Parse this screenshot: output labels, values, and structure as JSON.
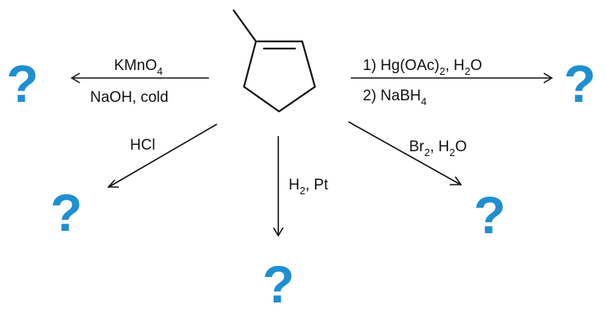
{
  "colors": {
    "ink": "#111111",
    "question_mark": "#1e8fd0"
  },
  "reactant": {
    "name": "1-methylcyclopentene"
  },
  "placeholder": "?",
  "reactions": {
    "kmno4": {
      "line1": {
        "a": "KMnO",
        "b": "4"
      },
      "line2": "NaOH, cold"
    },
    "oxymercuration": {
      "line1": {
        "a": "1) Hg(OAc)",
        "b": "2",
        "c": ", H",
        "d": "2",
        "e": "O"
      },
      "line2": {
        "a": "2) NaBH",
        "b": "4"
      }
    },
    "hcl": {
      "label": "HCl"
    },
    "hydrogenation": {
      "a": "H",
      "b": "2",
      "c": ", Pt"
    },
    "bromohydrin": {
      "a": "Br",
      "b": "2",
      "c": ", H",
      "d": "2",
      "e": "O"
    }
  }
}
